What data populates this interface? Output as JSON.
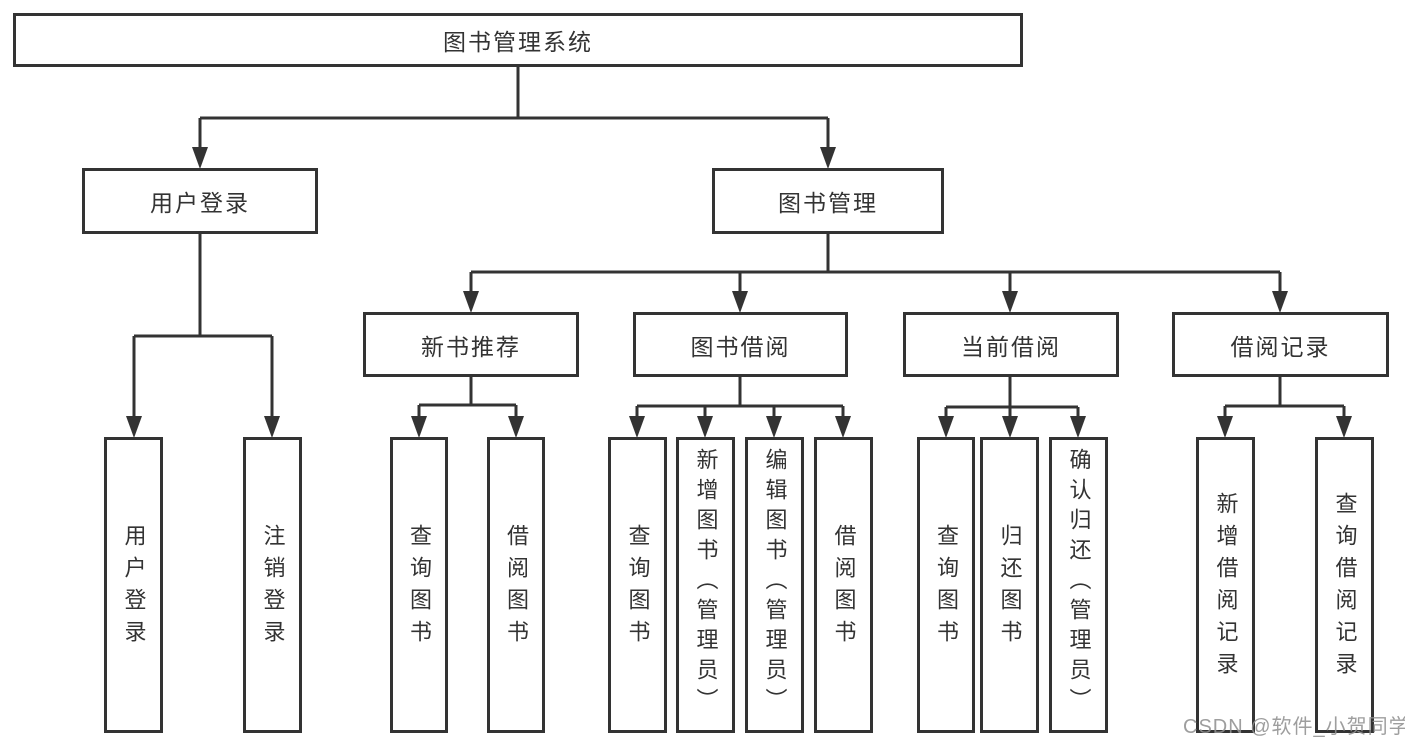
{
  "tree": {
    "root": {
      "label": "图书管理系统"
    },
    "user_login": {
      "label": "用户登录",
      "children": [
        "用户登录",
        "注销登录"
      ]
    },
    "book_management": {
      "label": "图书管理",
      "sections": [
        {
          "label": "新书推荐",
          "children": [
            "查询图书",
            "借阅图书"
          ]
        },
        {
          "label": "图书借阅",
          "children": [
            "查询图书",
            "新增图书（管理员）",
            "编辑图书（管理员）",
            "借阅图书"
          ]
        },
        {
          "label": "当前借阅",
          "children": [
            "查询图书",
            "归还图书",
            "确认归还（管理员）"
          ]
        },
        {
          "label": "借阅记录",
          "children": [
            "新增借阅记录",
            "查询借阅记录"
          ]
        }
      ]
    }
  },
  "watermark": "CSDN @软件_小贺同学",
  "colors": {
    "line": "#333333",
    "box_border": "#333333",
    "box_fill": "#ffffff",
    "text": "#333333",
    "watermark": "#919191",
    "background": "#ffffff"
  }
}
